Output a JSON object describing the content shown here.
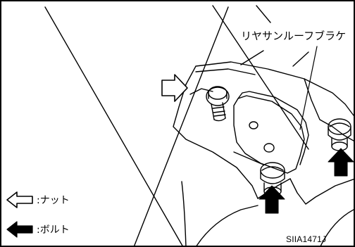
{
  "diagram": {
    "callout_label": "リヤサンルーフブラケ",
    "legend": [
      {
        "symbol": "outline-arrow-icon",
        "label": ":ナット"
      },
      {
        "symbol": "solid-arrow-icon",
        "label": ":ボルト"
      }
    ],
    "figure_code": "SIIA1471J"
  },
  "colors": {
    "line": "#000000",
    "background": "#ffffff"
  }
}
